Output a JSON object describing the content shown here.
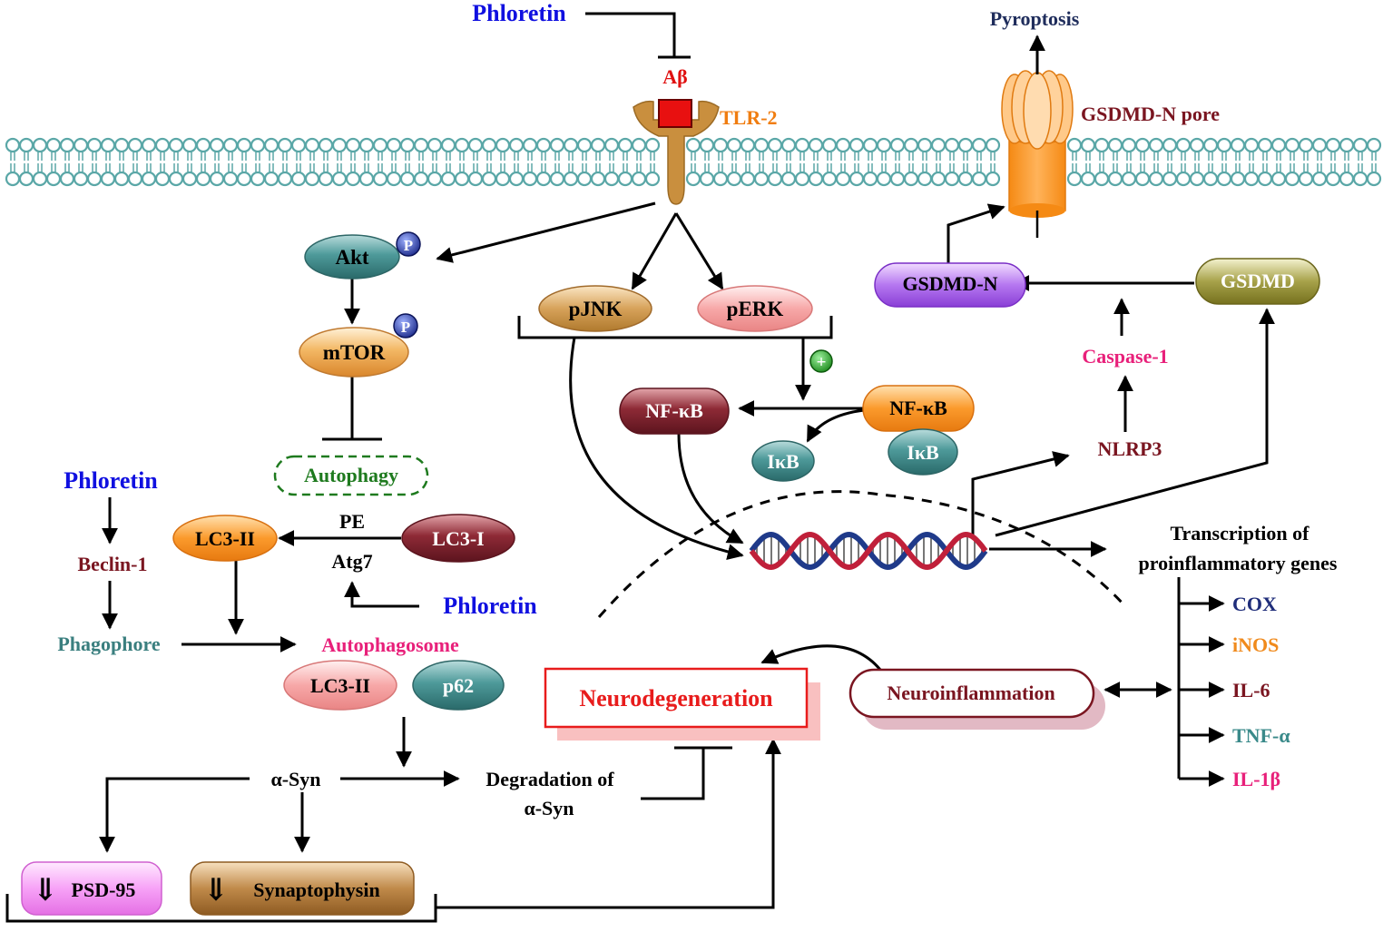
{
  "labels": {
    "phloretin_top": "Phloretin",
    "abeta": "Aβ",
    "tlr2": "TLR-2",
    "pyroptosis": "Pyroptosis",
    "gsdmd_n_pore": "GSDMD-N pore",
    "akt": "Akt",
    "p_badge": "P",
    "mtor": "mTOR",
    "autophagy": "Autophagy",
    "phloretin_left": "Phloretin",
    "beclin1": "Beclin-1",
    "phagophore": "Phagophore",
    "lc3_ii": "LC3-II",
    "lc3_i": "LC3-I",
    "pe": "PE",
    "atg7": "Atg7",
    "phloretin_mid": "Phloretin",
    "autophagosome": "Autophagosome",
    "lc3_ii_b": "LC3-II",
    "p62": "p62",
    "asyn": "α-Syn",
    "degradation_line1": "Degradation of",
    "degradation_line2": "α-Syn",
    "psd95": "PSD-95",
    "synaptophysin": "Synaptophysin",
    "down_arrow": "⇓",
    "pjnk": "pJNK",
    "perk": "pERK",
    "plus": "+",
    "nfkb_active": "NF-κB",
    "nfkb_complex": "NF-κB",
    "ikb_free": "IκB",
    "ikb_bound": "IκB",
    "gsdmd_n": "GSDMD-N",
    "gsdmd": "GSDMD",
    "caspase1": "Caspase-1",
    "nlrp3": "NLRP3",
    "transcription_line1": "Transcription of",
    "transcription_line2": "proinflammatory genes",
    "cox": "COX",
    "inos": "iNOS",
    "il6": "IL-6",
    "tnfa": "TNF-α",
    "il1b": "IL-1β",
    "neurodegeneration": "Neurodegeneration",
    "neuroinflammation": "Neuroinflammation"
  },
  "colors": {
    "phloretin": "#1010e0",
    "abeta": "#e01010",
    "tlr2": "#f07d10",
    "pyroptosis": "#1f2d5c",
    "gsdmd_n_pore": "#7a1520",
    "beclin1": "#7a1520",
    "phagophore": "#3a7f7f",
    "autophagosome": "#e8207a",
    "autophagy": "#1e7a1e",
    "caspase1": "#e8207a",
    "nlrp3": "#7a1520",
    "neurodegeneration": "#e81c1c",
    "neuroinflammation": "#7a1520",
    "cox": "#1f2d7a",
    "inos": "#f08a1c",
    "il6": "#7a1520",
    "tnfa": "#3a8a8a",
    "il1b": "#e8207a",
    "membrane": "#5aa7a7"
  }
}
